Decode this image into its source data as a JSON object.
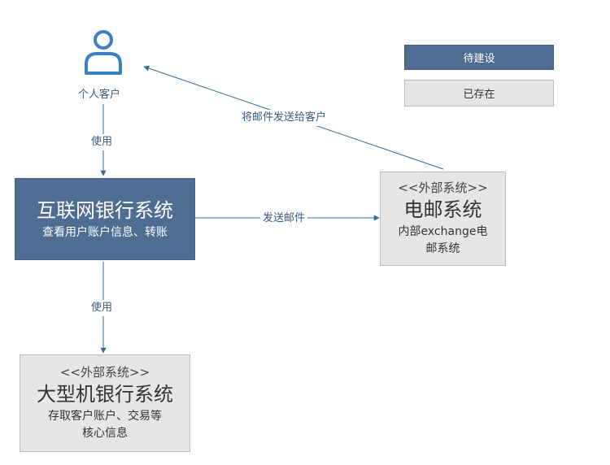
{
  "legend": {
    "to_build": "待建设",
    "existing": "已存在",
    "colors": {
      "to_build": "#4f6d92",
      "existing": "#e6e6e6"
    }
  },
  "person": {
    "icon": "person-icon",
    "label": "个人客户"
  },
  "internet_bank": {
    "title": "互联网银行系统",
    "desc": "查看用户账户信息、转账"
  },
  "email_system": {
    "stereotype": "<<外部系统>>",
    "title": "电邮系统",
    "desc_line1": "内部exchange电",
    "desc_line2": "邮系统"
  },
  "mainframe": {
    "stereotype": "<<外部系统>>",
    "title": "大型机银行系统",
    "desc_line1": "存取客户账户、交易等",
    "desc_line2": "核心信息"
  },
  "edges": {
    "person_to_bank": "使用",
    "bank_to_mainframe": "使用",
    "bank_to_email": "发送邮件",
    "email_to_person": "将邮件发送给客户"
  }
}
